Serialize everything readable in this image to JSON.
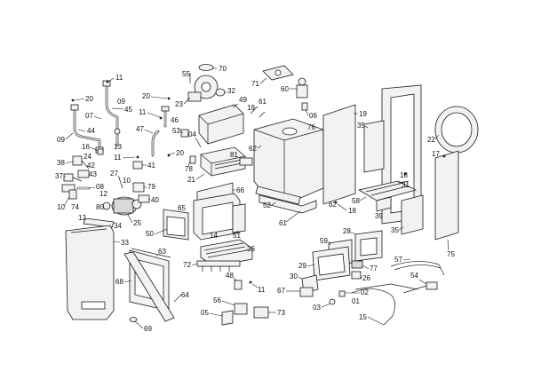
{
  "diagram": {
    "callouts": [
      {
        "id": "c11a",
        "text": "11"
      },
      {
        "id": "c55",
        "text": "55"
      },
      {
        "id": "c70",
        "text": "70"
      },
      {
        "id": "c71",
        "text": "71"
      },
      {
        "id": "c60",
        "text": "60"
      },
      {
        "id": "c20a",
        "text": "20"
      },
      {
        "id": "c09a",
        "text": "09"
      },
      {
        "id": "c45",
        "text": "45"
      },
      {
        "id": "c07",
        "text": "07"
      },
      {
        "id": "c13",
        "text": "13"
      },
      {
        "id": "c44",
        "text": "44"
      },
      {
        "id": "c09b",
        "text": "09"
      },
      {
        "id": "c16",
        "text": "16"
      },
      {
        "id": "c20b",
        "text": "20"
      },
      {
        "id": "c11b",
        "text": "11"
      },
      {
        "id": "c46",
        "text": "46"
      },
      {
        "id": "c47",
        "text": "47"
      },
      {
        "id": "c20c",
        "text": "20"
      },
      {
        "id": "c23",
        "text": "23"
      },
      {
        "id": "c32",
        "text": "32"
      },
      {
        "id": "c49",
        "text": "49"
      },
      {
        "id": "c53",
        "text": "53"
      },
      {
        "id": "c61a",
        "text": "61"
      },
      {
        "id": "c06",
        "text": "06"
      },
      {
        "id": "c19a",
        "text": "19"
      },
      {
        "id": "c19b",
        "text": "19"
      },
      {
        "id": "c76",
        "text": "76"
      },
      {
        "id": "c35a",
        "text": "35"
      },
      {
        "id": "c22",
        "text": "22"
      },
      {
        "id": "c04",
        "text": "04"
      },
      {
        "id": "c62a",
        "text": "62"
      },
      {
        "id": "c17",
        "text": "17"
      },
      {
        "id": "c81",
        "text": "81"
      },
      {
        "id": "c78",
        "text": "78"
      },
      {
        "id": "c21",
        "text": "21"
      },
      {
        "id": "c38",
        "text": "38"
      },
      {
        "id": "c24",
        "text": "24"
      },
      {
        "id": "c42",
        "text": "42"
      },
      {
        "id": "c37",
        "text": "37"
      },
      {
        "id": "c43",
        "text": "43"
      },
      {
        "id": "c27",
        "text": "27"
      },
      {
        "id": "c11c",
        "text": "11"
      },
      {
        "id": "c41",
        "text": "41"
      },
      {
        "id": "c10a",
        "text": "10"
      },
      {
        "id": "c79",
        "text": "79"
      },
      {
        "id": "c08",
        "text": "08"
      },
      {
        "id": "c12a",
        "text": "12"
      },
      {
        "id": "c10b",
        "text": "10"
      },
      {
        "id": "c74",
        "text": "74"
      },
      {
        "id": "c80",
        "text": "80"
      },
      {
        "id": "c40",
        "text": "40"
      },
      {
        "id": "c25",
        "text": "25"
      },
      {
        "id": "c12b",
        "text": "12"
      },
      {
        "id": "c34",
        "text": "34"
      },
      {
        "id": "c33",
        "text": "33"
      },
      {
        "id": "c66",
        "text": "66"
      },
      {
        "id": "c65",
        "text": "65"
      },
      {
        "id": "c50",
        "text": "50"
      },
      {
        "id": "c14",
        "text": "14"
      },
      {
        "id": "c51",
        "text": "51"
      },
      {
        "id": "c52",
        "text": "52"
      },
      {
        "id": "c61b",
        "text": "61"
      },
      {
        "id": "c62b",
        "text": "62"
      },
      {
        "id": "c18a",
        "text": "18"
      },
      {
        "id": "c18b",
        "text": "18"
      },
      {
        "id": "c31",
        "text": "31"
      },
      {
        "id": "c58",
        "text": "58"
      },
      {
        "id": "c39",
        "text": "39"
      },
      {
        "id": "c35b",
        "text": "35"
      },
      {
        "id": "c75",
        "text": "75"
      },
      {
        "id": "c28",
        "text": "28"
      },
      {
        "id": "c59",
        "text": "59"
      },
      {
        "id": "c57",
        "text": "57"
      },
      {
        "id": "c36",
        "text": "36"
      },
      {
        "id": "c63",
        "text": "63"
      },
      {
        "id": "c68",
        "text": "68"
      },
      {
        "id": "c72",
        "text": "72"
      },
      {
        "id": "c48",
        "text": "48"
      },
      {
        "id": "c11d",
        "text": "11"
      },
      {
        "id": "c29",
        "text": "29"
      },
      {
        "id": "c77",
        "text": "77"
      },
      {
        "id": "c26",
        "text": "26"
      },
      {
        "id": "c30",
        "text": "30"
      },
      {
        "id": "c67",
        "text": "67"
      },
      {
        "id": "c64",
        "text": "64"
      },
      {
        "id": "c02",
        "text": "02"
      },
      {
        "id": "c03",
        "text": "03"
      },
      {
        "id": "c01",
        "text": "01"
      },
      {
        "id": "c54",
        "text": "54"
      },
      {
        "id": "c56",
        "text": "56"
      },
      {
        "id": "c05",
        "text": "05"
      },
      {
        "id": "c73",
        "text": "73"
      },
      {
        "id": "c69",
        "text": "69"
      },
      {
        "id": "c15",
        "text": "15"
      }
    ]
  }
}
